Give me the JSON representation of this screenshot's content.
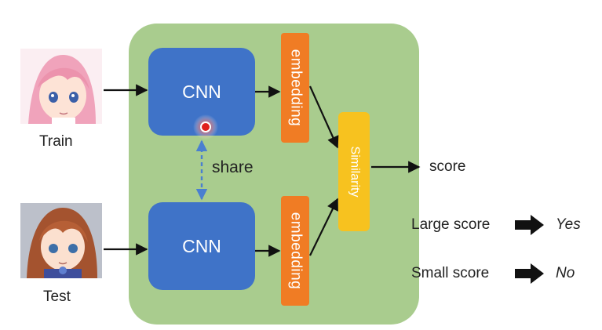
{
  "inputs": {
    "train_label": "Train",
    "test_label": "Test"
  },
  "network": {
    "cnn_top_label": "CNN",
    "cnn_bottom_label": "CNN",
    "share_label": "share",
    "embedding_top_label": "embedding",
    "embedding_bottom_label": "embedding",
    "similarity_label": "Similarity"
  },
  "output": {
    "score_label": "score",
    "large_score_label": "Large score",
    "large_score_result": "Yes",
    "small_score_label": "Small score",
    "small_score_result": "No"
  },
  "colors": {
    "panel": "#a9cc8e",
    "cnn": "#3f73c8",
    "embedding": "#f07c24",
    "similarity": "#f7c21f",
    "share_link": "#4a7fd0",
    "laser_dot": "#e0201c"
  },
  "icons": {
    "train_image": "pink-haired-anime-girl-portrait",
    "test_image": "auburn-haired-anime-girl-portrait",
    "result_arrow": "thick-right-arrow-icon"
  }
}
